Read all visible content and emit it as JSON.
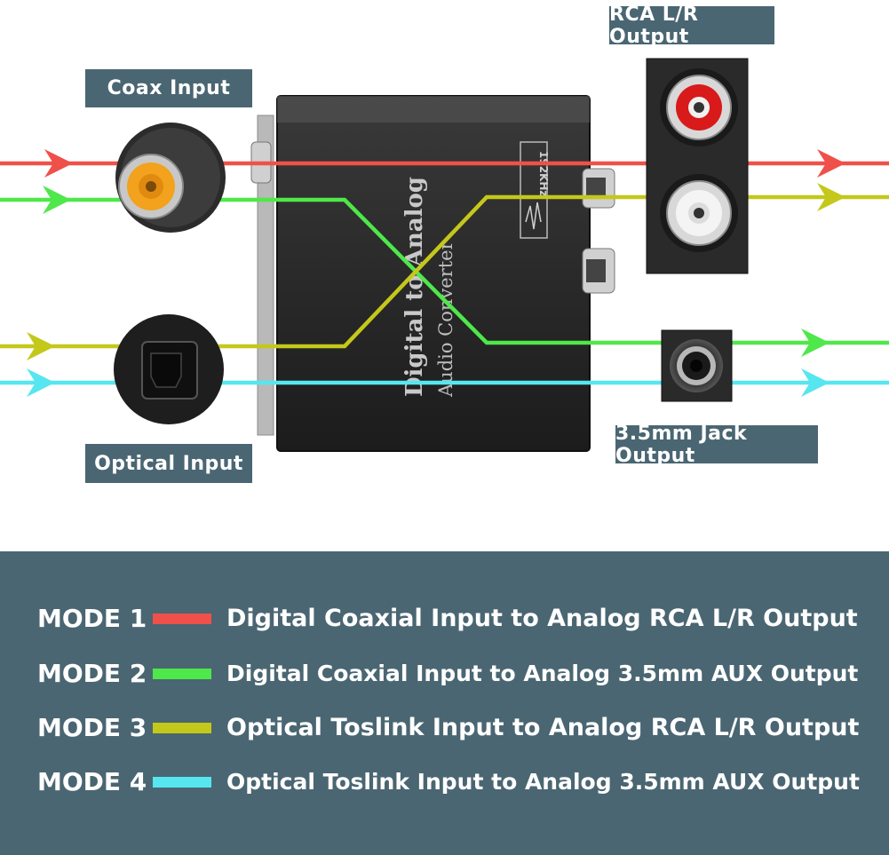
{
  "labels": {
    "coax_input": "Coax Input",
    "optical_input": "Optical Input",
    "rca_output": "RCA L/R Output",
    "jack_output": "3.5mm Jack Output"
  },
  "device": {
    "title_line1": "Digital to Analog",
    "title_line2": "Audio Converter",
    "badge": "192KHz"
  },
  "colors": {
    "mode1": "#f0504a",
    "mode2": "#4ee84a",
    "mode3": "#c4c81a",
    "mode4": "#56e6f0",
    "label_bg": "#4a6672"
  },
  "legend": [
    {
      "mode": "MODE 1",
      "desc": "Digital Coaxial Input to Analog RCA L/R Output",
      "color": "#f0504a"
    },
    {
      "mode": "MODE 2",
      "desc": "Digital Coaxial Input to Analog 3.5mm AUX Output",
      "color": "#4ee84a"
    },
    {
      "mode": "MODE 3",
      "desc": "Optical Toslink Input to Analog RCA L/R Output",
      "color": "#c4c81a"
    },
    {
      "mode": "MODE 4",
      "desc": "Optical Toslink Input to Analog 3.5mm AUX Output",
      "color": "#56e6f0"
    }
  ]
}
